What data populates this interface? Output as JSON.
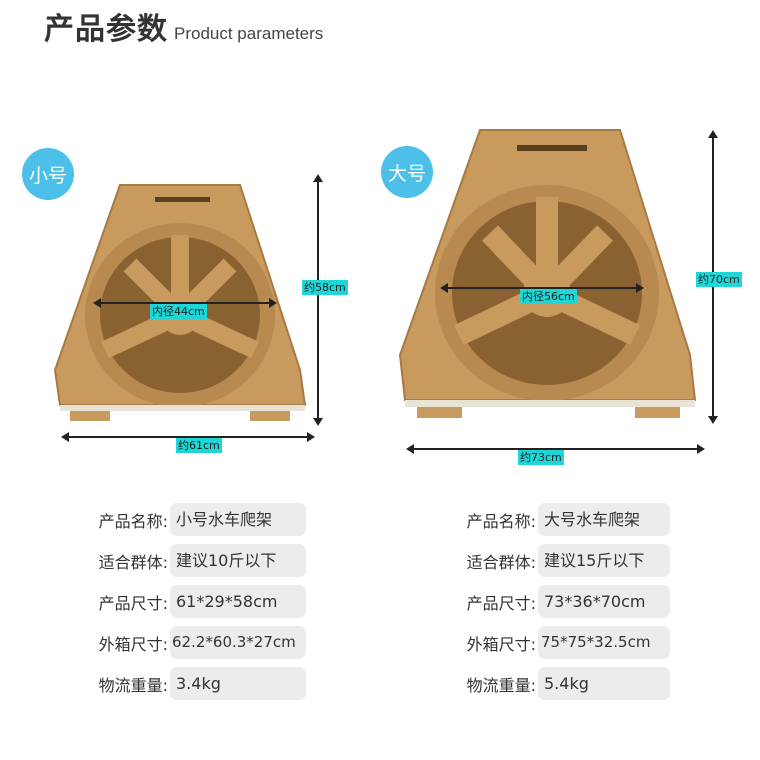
{
  "header": {
    "title_cn": "产品参数",
    "title_en": "Product parameters"
  },
  "products": [
    {
      "badge": "小号",
      "inner_diameter": "内径44cm",
      "height": "约58cm",
      "width": "约61cm"
    },
    {
      "badge": "大号",
      "inner_diameter": "内径56cm",
      "height": "约70cm",
      "width": "约73cm"
    }
  ],
  "specs": {
    "small": [
      {
        "key": "产品名称:",
        "value": "小号水车爬架"
      },
      {
        "key": "适合群体:",
        "value": "建议10斤以下"
      },
      {
        "key": "产品尺寸:",
        "value": "61*29*58cm"
      },
      {
        "key": "外箱尺寸:",
        "value": "62.2*60.3*27cm"
      },
      {
        "key": "物流重量:",
        "value": "3.4kg"
      }
    ],
    "large": [
      {
        "key": "产品名称:",
        "value": "大号水车爬架"
      },
      {
        "key": "适合群体:",
        "value": "建议15斤以下"
      },
      {
        "key": "产品尺寸:",
        "value": "73*36*70cm"
      },
      {
        "key": "外箱尺寸:",
        "value": "75*75*32.5cm"
      },
      {
        "key": "物流重量:",
        "value": "5.4kg"
      }
    ]
  },
  "colors": {
    "badge": "#4cc0e8",
    "dim_label": "#1fd6d6",
    "cardboard": "#c99a5e",
    "cardboard_dark": "#8a6232",
    "spec_bg": "#ececec"
  }
}
